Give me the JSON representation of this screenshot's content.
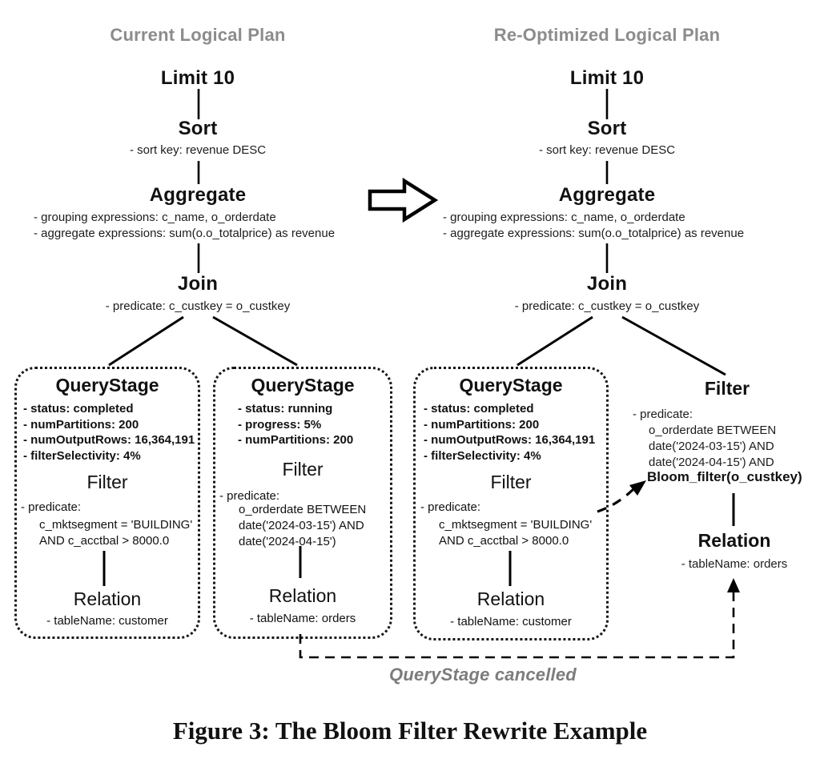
{
  "colors": {
    "heading_gray": "#8c8c8c",
    "cancelled_gray": "#7c7c7c",
    "text": "#111111"
  },
  "plans": {
    "left_title": "Current Logical Plan",
    "right_title": "Re-Optimized Logical Plan",
    "limit": "Limit 10",
    "sort": "Sort",
    "sort_detail": "- sort key: revenue DESC",
    "aggregate": "Aggregate",
    "aggregate_details": [
      "- grouping expressions: c_name, o_orderdate",
      "- aggregate expressions: sum(o.o_totalprice) as revenue"
    ],
    "join": "Join",
    "join_detail": "- predicate: c_custkey = o_custkey"
  },
  "stage_customer": {
    "title": "QueryStage",
    "props": [
      "- status: completed",
      "- numPartitions: 200",
      "- numOutputRows: 16,364,191",
      "- filterSelectivity: 4%"
    ],
    "filter_op": "Filter",
    "predicate_label": "- predicate:",
    "predicate_lines": [
      "c_mktsegment = 'BUILDING'",
      "AND c_acctbal > 8000.0"
    ],
    "relation_op": "Relation",
    "relation_detail": "- tableName: customer"
  },
  "stage_orders": {
    "title": "QueryStage",
    "props": [
      "- status: running",
      "- progress: 5%",
      "- numPartitions: 200"
    ],
    "filter_op": "Filter",
    "predicate_label": "- predicate:",
    "predicate_lines": [
      "o_orderdate BETWEEN",
      "date('2024-03-15') AND",
      "date('2024-04-15')"
    ],
    "relation_op": "Relation",
    "relation_detail": "- tableName: orders"
  },
  "rewritten_filter": {
    "filter_op": "Filter",
    "predicate_label": "- predicate:",
    "predicate_lines": [
      "o_orderdate BETWEEN",
      "date('2024-03-15') AND",
      "date('2024-04-15') AND"
    ],
    "bloom_predicate": "Bloom_filter(o_custkey)",
    "relation_op": "Relation",
    "relation_detail": "- tableName: orders"
  },
  "annotations": {
    "cancelled": "QueryStage cancelled"
  },
  "caption": "Figure 3: The Bloom Filter Rewrite Example"
}
